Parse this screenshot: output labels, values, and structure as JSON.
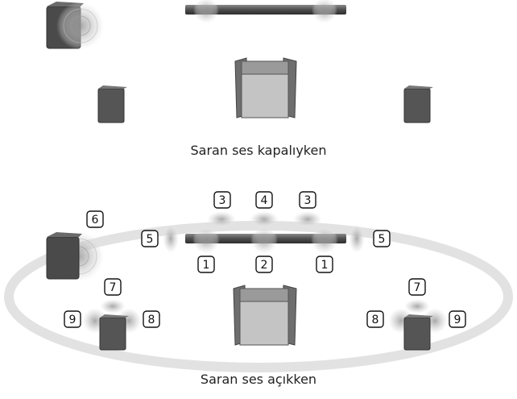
{
  "captions": {
    "off": "Saran ses kapalıyken",
    "on": "Saran ses açıkken"
  },
  "labels": {
    "one": "1",
    "two": "2",
    "three": "3",
    "four": "4",
    "five": "5",
    "six": "6",
    "seven": "7",
    "eight": "8",
    "nine": "9"
  },
  "colors": {
    "speaker_dark": "#555555",
    "speaker_side": "#3c3c3c",
    "wave": "#aaaaaa",
    "soundbar": "#5a5a5a",
    "surround_ring": "#e3e3e3",
    "chair": "#7a7a7a",
    "chair_seat": "#b9b9b9"
  }
}
